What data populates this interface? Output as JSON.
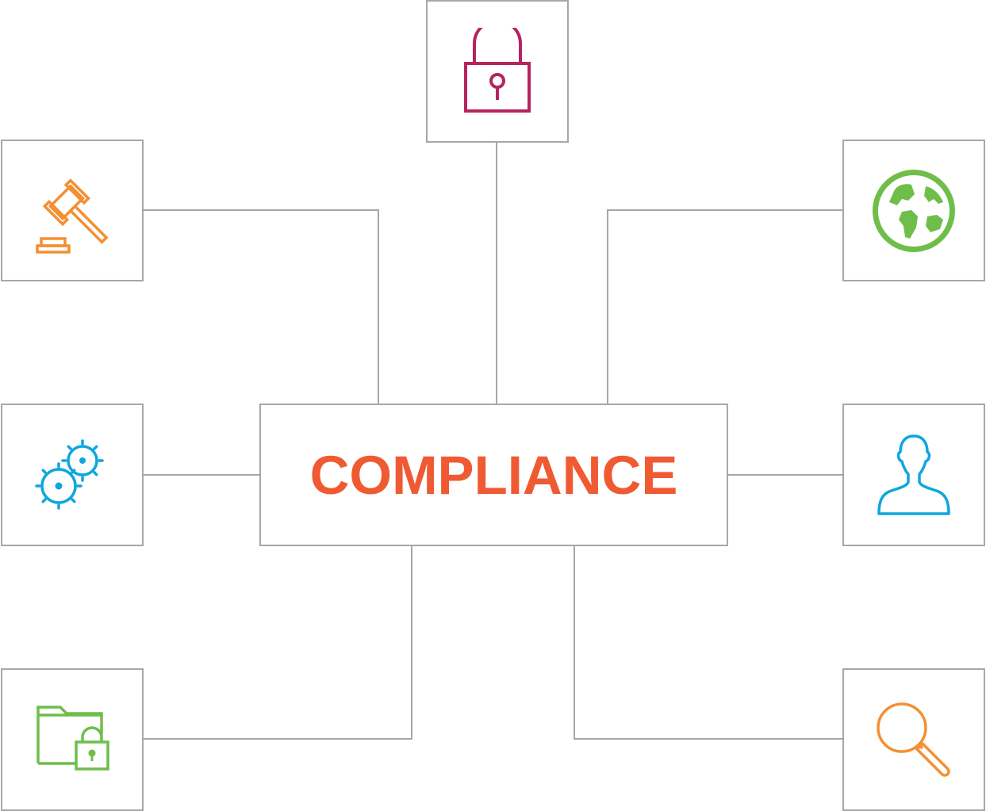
{
  "center": {
    "label": "COMPLIANCE",
    "color": "#f05a33"
  },
  "nodes": [
    {
      "id": "lock",
      "icon": "padlock-icon",
      "color": "#b5245f"
    },
    {
      "id": "gavel",
      "icon": "gavel-icon",
      "color": "#f39032"
    },
    {
      "id": "globe",
      "icon": "globe-icon",
      "color": "#6fbe4a"
    },
    {
      "id": "gears",
      "icon": "gears-icon",
      "color": "#0fa6df"
    },
    {
      "id": "user",
      "icon": "user-profile-icon",
      "color": "#0fa6df"
    },
    {
      "id": "folder",
      "icon": "locked-folder-icon",
      "color": "#6fbe4a"
    },
    {
      "id": "search",
      "icon": "magnifying-glass-icon",
      "color": "#f39032"
    }
  ],
  "connector_color": "#a7a7a7",
  "border_color": "#a7a7a7"
}
